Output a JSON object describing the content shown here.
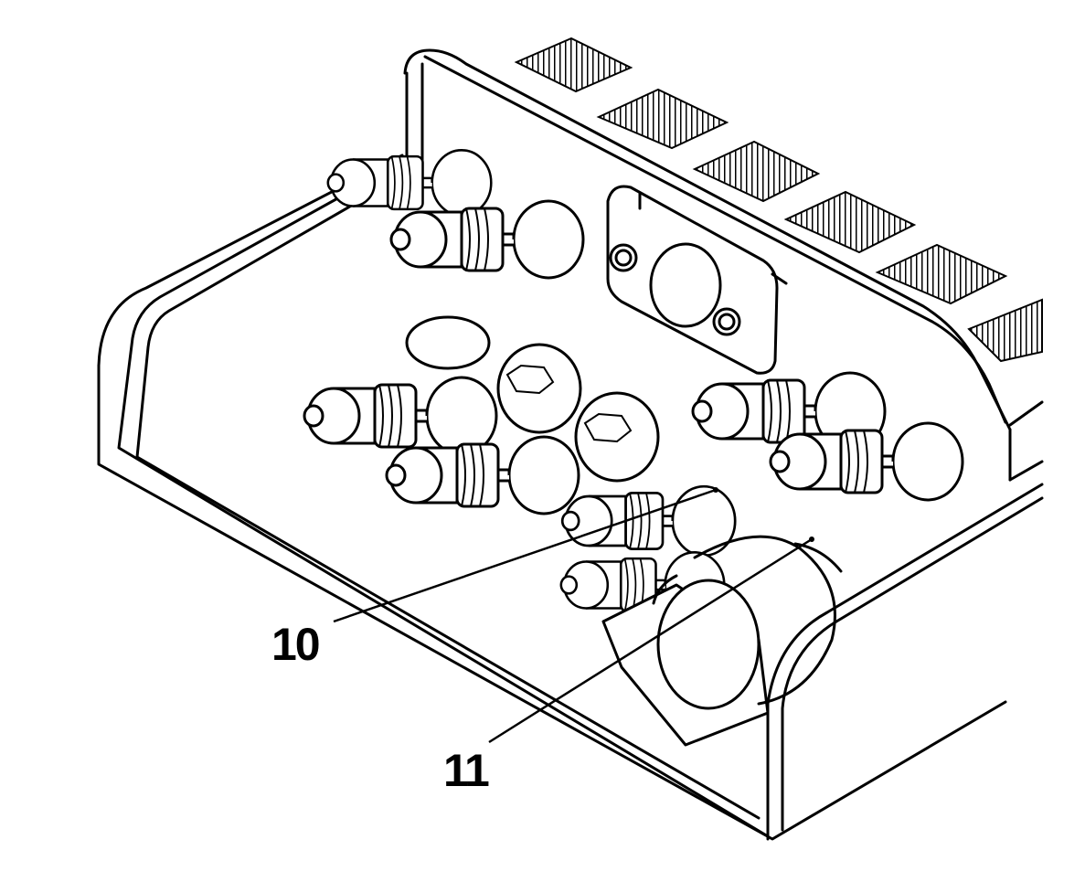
{
  "callouts": [
    {
      "id": "10",
      "label": "10"
    },
    {
      "id": "11",
      "label": "11"
    }
  ]
}
